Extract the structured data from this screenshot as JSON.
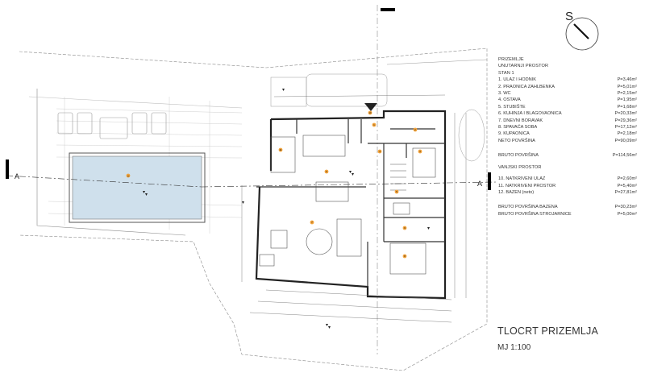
{
  "north_label": "S",
  "section_label": "A",
  "legend": {
    "title": "PRIZEMLJE",
    "interior_heading": "UNUTARNJI PROSTOR",
    "unit": "STAN 1",
    "rooms": [
      {
        "num": "1.",
        "name": "ULAZ I HODNIK",
        "area": "P=3,46m²"
      },
      {
        "num": "2.",
        "name": "PRAONICA ZAHLBENKA",
        "area": "P=5,01m²"
      },
      {
        "num": "3.",
        "name": "WC",
        "area": "P=2,15m²"
      },
      {
        "num": "4.",
        "name": "OSTAVA",
        "area": "P=1,95m²"
      },
      {
        "num": "5.",
        "name": "STUBIŠTE",
        "area": "P=1,68m²"
      },
      {
        "num": "6.",
        "name": "KUHINJA I BLAGOVAONICA",
        "area": "P=20,33m²"
      },
      {
        "num": "7.",
        "name": "DNEVNI BORAVAK",
        "area": "P=29,36m²"
      },
      {
        "num": "8.",
        "name": "SPAVAĆA SOBA",
        "area": "P=17,12m²"
      },
      {
        "num": "9.",
        "name": "KUPAONICA",
        "area": "P=2,18m²"
      }
    ],
    "net_label": "NETO POVRŠINA",
    "net_area": "P=90,09m²",
    "gross_label": "BRUTO POVRŠINA",
    "gross_area": "P=114,56m²",
    "exterior_heading": "VANJSKI PROSTOR",
    "outdoor": [
      {
        "num": "10.",
        "name": "NATKRIVENI ULAZ",
        "area": "P=2,60m²"
      },
      {
        "num": "11.",
        "name": "NATKRIVENI PROSTOR",
        "area": "P=5,40m²"
      },
      {
        "num": "12.",
        "name": "BAZEN (neto)",
        "area": "P=27,81m²"
      }
    ],
    "pool_gross_label": "BRUTO POVRŠINA BAZENA",
    "pool_gross_area": "P=30,23m²",
    "machine_room_label": "BRUTO POVRŠINA STROJARNICE",
    "machine_room_area": "P=5,00m²"
  },
  "drawing_title": "TLOCRT PRIZEMLJA",
  "drawing_scale": "MJ 1:100",
  "colors": {
    "pool_fill": "#cfe0ec",
    "room_marker": "#f2a33a",
    "line": "#444444"
  }
}
